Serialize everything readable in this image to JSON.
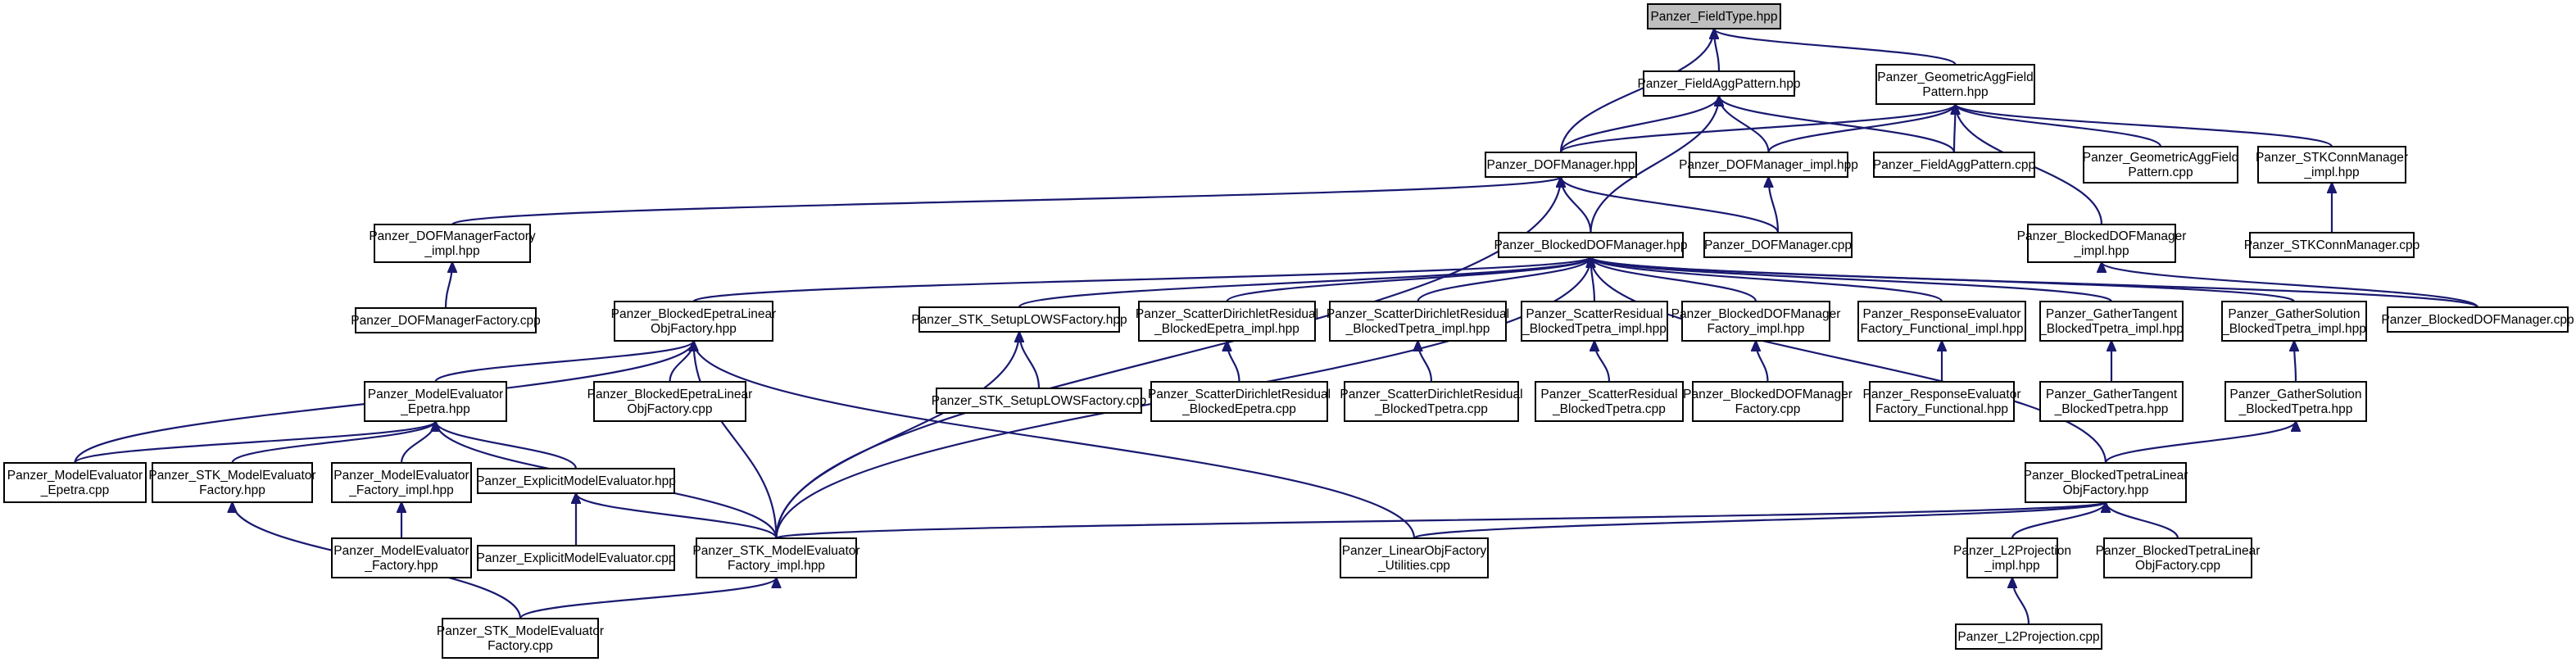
{
  "title": "Panzer_FieldType.hpp",
  "colors": {
    "edge": "#191970",
    "root_fill": "#bfbfbf",
    "node_fill": "#ffffff",
    "border": "#000000"
  },
  "nodes": [
    {
      "id": "n0",
      "root": true,
      "lines": [
        "Panzer_FieldType.hpp"
      ]
    },
    {
      "id": "n1",
      "lines": [
        "Panzer_FieldAggPattern.hpp"
      ]
    },
    {
      "id": "n2",
      "lines": [
        "Panzer_GeometricAggField",
        "Pattern.hpp"
      ]
    },
    {
      "id": "n3",
      "lines": [
        "Panzer_DOFManager.hpp"
      ]
    },
    {
      "id": "n4",
      "lines": [
        "Panzer_DOFManager_impl.hpp"
      ]
    },
    {
      "id": "n5",
      "lines": [
        "Panzer_FieldAggPattern.cpp"
      ]
    },
    {
      "id": "n6",
      "lines": [
        "Panzer_GeometricAggField",
        "Pattern.cpp"
      ]
    },
    {
      "id": "n7",
      "lines": [
        "Panzer_STKConnManager",
        "_impl.hpp"
      ]
    },
    {
      "id": "n8",
      "lines": [
        "Panzer_DOFManagerFactory",
        "_impl.hpp"
      ]
    },
    {
      "id": "n9",
      "lines": [
        "Panzer_BlockedDOFManager.hpp"
      ]
    },
    {
      "id": "n10",
      "lines": [
        "Panzer_DOFManager.cpp"
      ]
    },
    {
      "id": "n11",
      "lines": [
        "Panzer_BlockedDOFManager",
        "_impl.hpp"
      ]
    },
    {
      "id": "n12",
      "lines": [
        "Panzer_STKConnManager.cpp"
      ]
    },
    {
      "id": "n13",
      "lines": [
        "Panzer_DOFManagerFactory.cpp"
      ]
    },
    {
      "id": "n14",
      "lines": [
        "Panzer_BlockedEpetraLinear",
        "ObjFactory.hpp"
      ]
    },
    {
      "id": "n15",
      "lines": [
        "Panzer_STK_SetupLOWSFactory.hpp"
      ]
    },
    {
      "id": "n16",
      "lines": [
        "Panzer_ScatterDirichletResidual",
        "_BlockedEpetra_impl.hpp"
      ]
    },
    {
      "id": "n17",
      "lines": [
        "Panzer_ScatterDirichletResidual",
        "_BlockedTpetra_impl.hpp"
      ]
    },
    {
      "id": "n18",
      "lines": [
        "Panzer_ScatterResidual",
        "_BlockedTpetra_impl.hpp"
      ]
    },
    {
      "id": "n19",
      "lines": [
        "Panzer_BlockedDOFManager",
        "Factory_impl.hpp"
      ]
    },
    {
      "id": "n20",
      "lines": [
        "Panzer_ResponseEvaluator",
        "Factory_Functional_impl.hpp"
      ]
    },
    {
      "id": "n21",
      "lines": [
        "Panzer_GatherTangent",
        "_BlockedTpetra_impl.hpp"
      ]
    },
    {
      "id": "n22",
      "lines": [
        "Panzer_GatherSolution",
        "_BlockedTpetra_impl.hpp"
      ]
    },
    {
      "id": "n23",
      "lines": [
        "Panzer_BlockedDOFManager.cpp"
      ]
    },
    {
      "id": "n24",
      "lines": [
        "Panzer_ModelEvaluator",
        "_Epetra.hpp"
      ]
    },
    {
      "id": "n25",
      "lines": [
        "Panzer_BlockedEpetraLinear",
        "ObjFactory.cpp"
      ]
    },
    {
      "id": "n26",
      "lines": [
        "Panzer_STK_SetupLOWSFactory.cpp"
      ]
    },
    {
      "id": "n27",
      "lines": [
        "Panzer_ScatterDirichletResidual",
        "_BlockedEpetra.cpp"
      ]
    },
    {
      "id": "n28",
      "lines": [
        "Panzer_ScatterDirichletResidual",
        "_BlockedTpetra.cpp"
      ]
    },
    {
      "id": "n29",
      "lines": [
        "Panzer_ScatterResidual",
        "_BlockedTpetra.cpp"
      ]
    },
    {
      "id": "n30",
      "lines": [
        "Panzer_BlockedDOFManager",
        "Factory.cpp"
      ]
    },
    {
      "id": "n31",
      "lines": [
        "Panzer_ResponseEvaluator",
        "Factory_Functional.hpp"
      ]
    },
    {
      "id": "n32",
      "lines": [
        "Panzer_GatherTangent",
        "_BlockedTpetra.hpp"
      ]
    },
    {
      "id": "n33",
      "lines": [
        "Panzer_GatherSolution",
        "_BlockedTpetra.hpp"
      ]
    },
    {
      "id": "n34",
      "lines": [
        "Panzer_ModelEvaluator",
        "_Epetra.cpp"
      ]
    },
    {
      "id": "n35",
      "lines": [
        "Panzer_STK_ModelEvaluator",
        "Factory.hpp"
      ]
    },
    {
      "id": "n36",
      "lines": [
        "Panzer_ModelEvaluator",
        "_Factory_impl.hpp"
      ]
    },
    {
      "id": "n37",
      "lines": [
        "Panzer_ExplicitModelEvaluator.hpp"
      ]
    },
    {
      "id": "n38",
      "lines": [
        "Panzer_BlockedTpetraLinear",
        "ObjFactory.hpp"
      ]
    },
    {
      "id": "n39",
      "lines": [
        "Panzer_ModelEvaluator",
        "_Factory.hpp"
      ]
    },
    {
      "id": "n40",
      "lines": [
        "Panzer_ExplicitModelEvaluator.cpp"
      ]
    },
    {
      "id": "n41",
      "lines": [
        "Panzer_STK_ModelEvaluator",
        "Factory_impl.hpp"
      ]
    },
    {
      "id": "n42",
      "lines": [
        "Panzer_LinearObjFactory",
        "_Utilities.cpp"
      ]
    },
    {
      "id": "n43",
      "lines": [
        "Panzer_L2Projection",
        "_impl.hpp"
      ]
    },
    {
      "id": "n44",
      "lines": [
        "Panzer_BlockedTpetraLinear",
        "ObjFactory.cpp"
      ]
    },
    {
      "id": "n45",
      "lines": [
        "Panzer_STK_ModelEvaluator",
        "Factory.cpp"
      ]
    },
    {
      "id": "n46",
      "lines": [
        "Panzer_L2Projection.cpp"
      ]
    }
  ],
  "edges": [
    [
      "n1",
      "n0"
    ],
    [
      "n2",
      "n0"
    ],
    [
      "n3",
      "n0"
    ],
    [
      "n3",
      "n1"
    ],
    [
      "n4",
      "n1"
    ],
    [
      "n5",
      "n1"
    ],
    [
      "n9",
      "n1"
    ],
    [
      "n3",
      "n2"
    ],
    [
      "n4",
      "n2"
    ],
    [
      "n5",
      "n2"
    ],
    [
      "n6",
      "n2"
    ],
    [
      "n7",
      "n2"
    ],
    [
      "n11",
      "n2"
    ],
    [
      "n8",
      "n3"
    ],
    [
      "n9",
      "n3"
    ],
    [
      "n10",
      "n3"
    ],
    [
      "n41",
      "n3"
    ],
    [
      "n10",
      "n4"
    ],
    [
      "n12",
      "n7"
    ],
    [
      "n13",
      "n8"
    ],
    [
      "n14",
      "n9"
    ],
    [
      "n15",
      "n9"
    ],
    [
      "n16",
      "n9"
    ],
    [
      "n17",
      "n9"
    ],
    [
      "n18",
      "n9"
    ],
    [
      "n19",
      "n9"
    ],
    [
      "n20",
      "n9"
    ],
    [
      "n21",
      "n9"
    ],
    [
      "n22",
      "n9"
    ],
    [
      "n23",
      "n9"
    ],
    [
      "n38",
      "n9"
    ],
    [
      "n41",
      "n9"
    ],
    [
      "n23",
      "n11"
    ],
    [
      "n24",
      "n14"
    ],
    [
      "n25",
      "n14"
    ],
    [
      "n34",
      "n14"
    ],
    [
      "n41",
      "n14"
    ],
    [
      "n42",
      "n14"
    ],
    [
      "n26",
      "n15"
    ],
    [
      "n41",
      "n15"
    ],
    [
      "n27",
      "n16"
    ],
    [
      "n28",
      "n17"
    ],
    [
      "n29",
      "n18"
    ],
    [
      "n30",
      "n19"
    ],
    [
      "n31",
      "n20"
    ],
    [
      "n32",
      "n21"
    ],
    [
      "n33",
      "n22"
    ],
    [
      "n34",
      "n24"
    ],
    [
      "n35",
      "n24"
    ],
    [
      "n36",
      "n24"
    ],
    [
      "n37",
      "n24"
    ],
    [
      "n41",
      "n24"
    ],
    [
      "n38",
      "n33"
    ],
    [
      "n45",
      "n35"
    ],
    [
      "n39",
      "n36"
    ],
    [
      "n40",
      "n37"
    ],
    [
      "n41",
      "n37"
    ],
    [
      "n41",
      "n38"
    ],
    [
      "n42",
      "n38"
    ],
    [
      "n43",
      "n38"
    ],
    [
      "n44",
      "n38"
    ],
    [
      "n45",
      "n41"
    ],
    [
      "n46",
      "n43"
    ]
  ]
}
